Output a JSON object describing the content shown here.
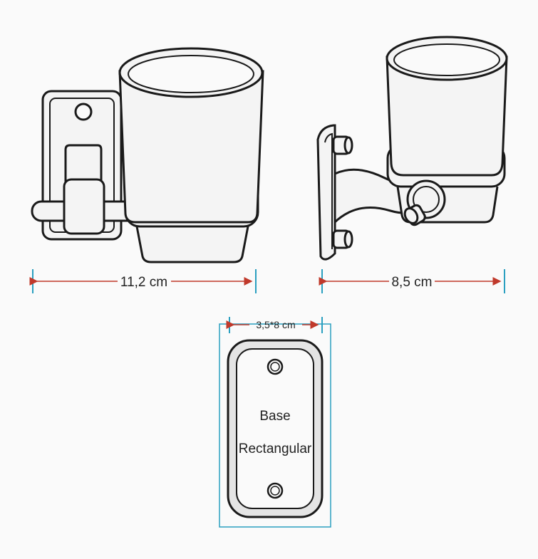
{
  "dimensions": {
    "front_width": "11,2 cm",
    "side_depth": "8,5 cm",
    "base_size": "3,5*8 cm"
  },
  "base_label": {
    "line1": "Base",
    "line2": "Rectangular"
  },
  "colors": {
    "outline": "#1a1a1a",
    "dimension_arrow": "#c0392b",
    "dimension_tick": "#2a9fc0",
    "cup_fill": "#f4f4f4",
    "base_fill": "#e4e4e4"
  }
}
